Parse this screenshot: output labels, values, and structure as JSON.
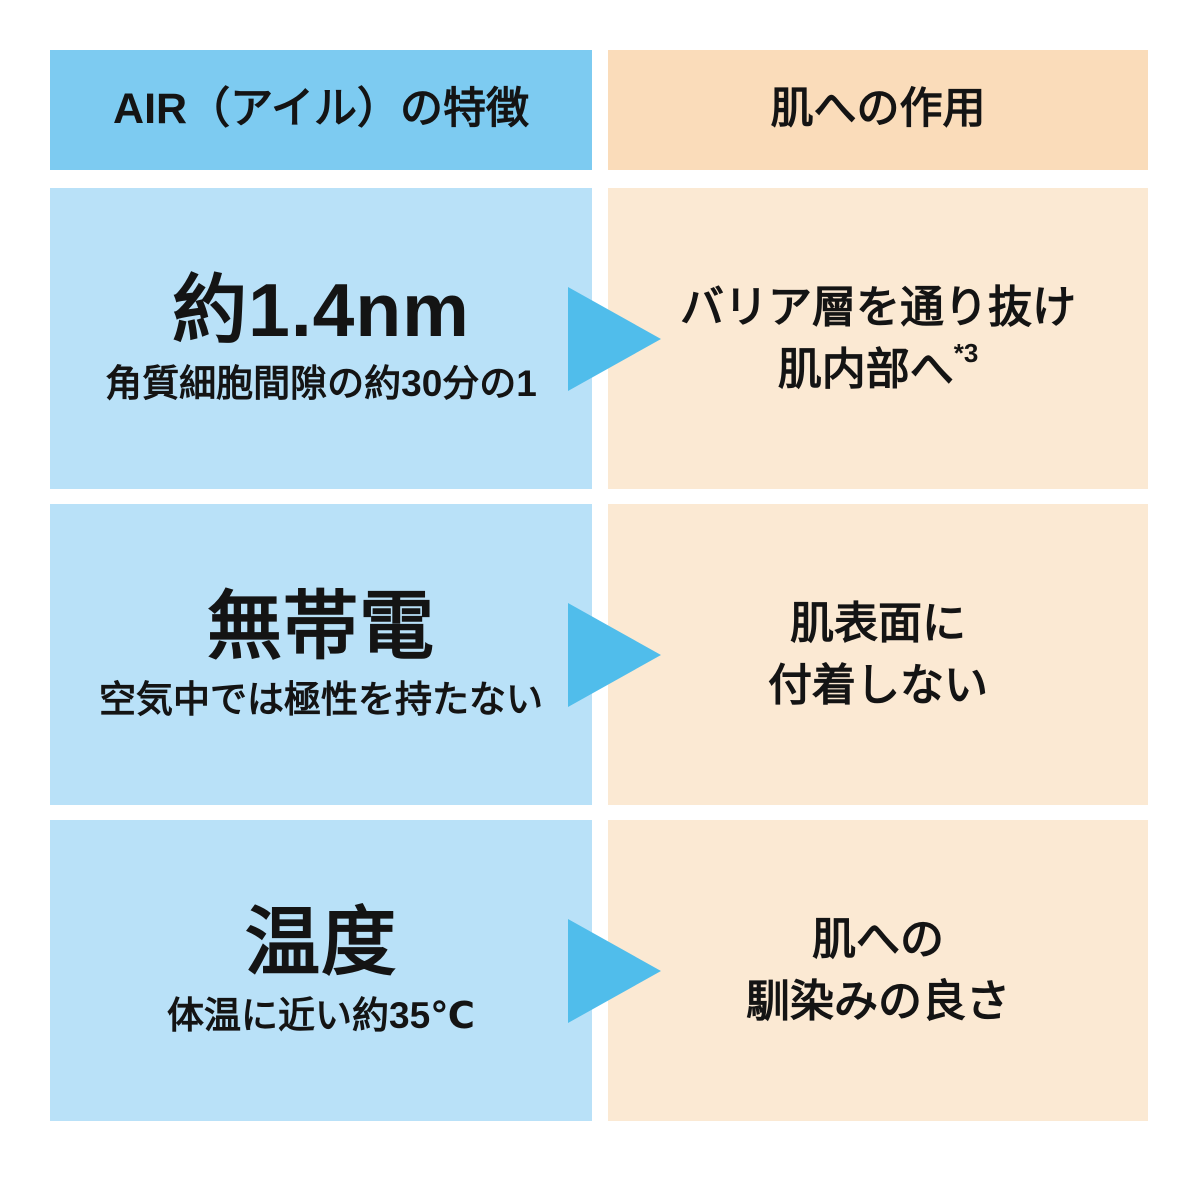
{
  "colors": {
    "header_blue": "#7dcbf1",
    "header_peach": "#fadcba",
    "row_blue": "#b9e1f8",
    "row_peach": "#fbe9d3",
    "arrow_blue": "#50bdeb",
    "text_black": "#141414",
    "page_bg": "#ffffff"
  },
  "icons": {
    "arrow": "triangle-right-arrow"
  },
  "table": {
    "header": {
      "features": "AIR（アイル）の特徴",
      "effects": "肌への作用"
    },
    "rows": [
      {
        "feature_title": "約1.4nm",
        "feature_subtitle": "角質細胞間隙の約30分の1",
        "effect_line1": "バリア層を通り抜け",
        "effect_line2": "肌内部へ",
        "effect_superscript": "*3"
      },
      {
        "feature_title": "無帯電",
        "feature_subtitle": "空気中では極性を持たない",
        "effect_line1": "肌表面に",
        "effect_line2": "付着しない"
      },
      {
        "feature_title": "温度",
        "feature_subtitle": "体温に近い約35℃",
        "effect_line1": "肌への",
        "effect_line2": "馴染みの良さ"
      }
    ]
  }
}
